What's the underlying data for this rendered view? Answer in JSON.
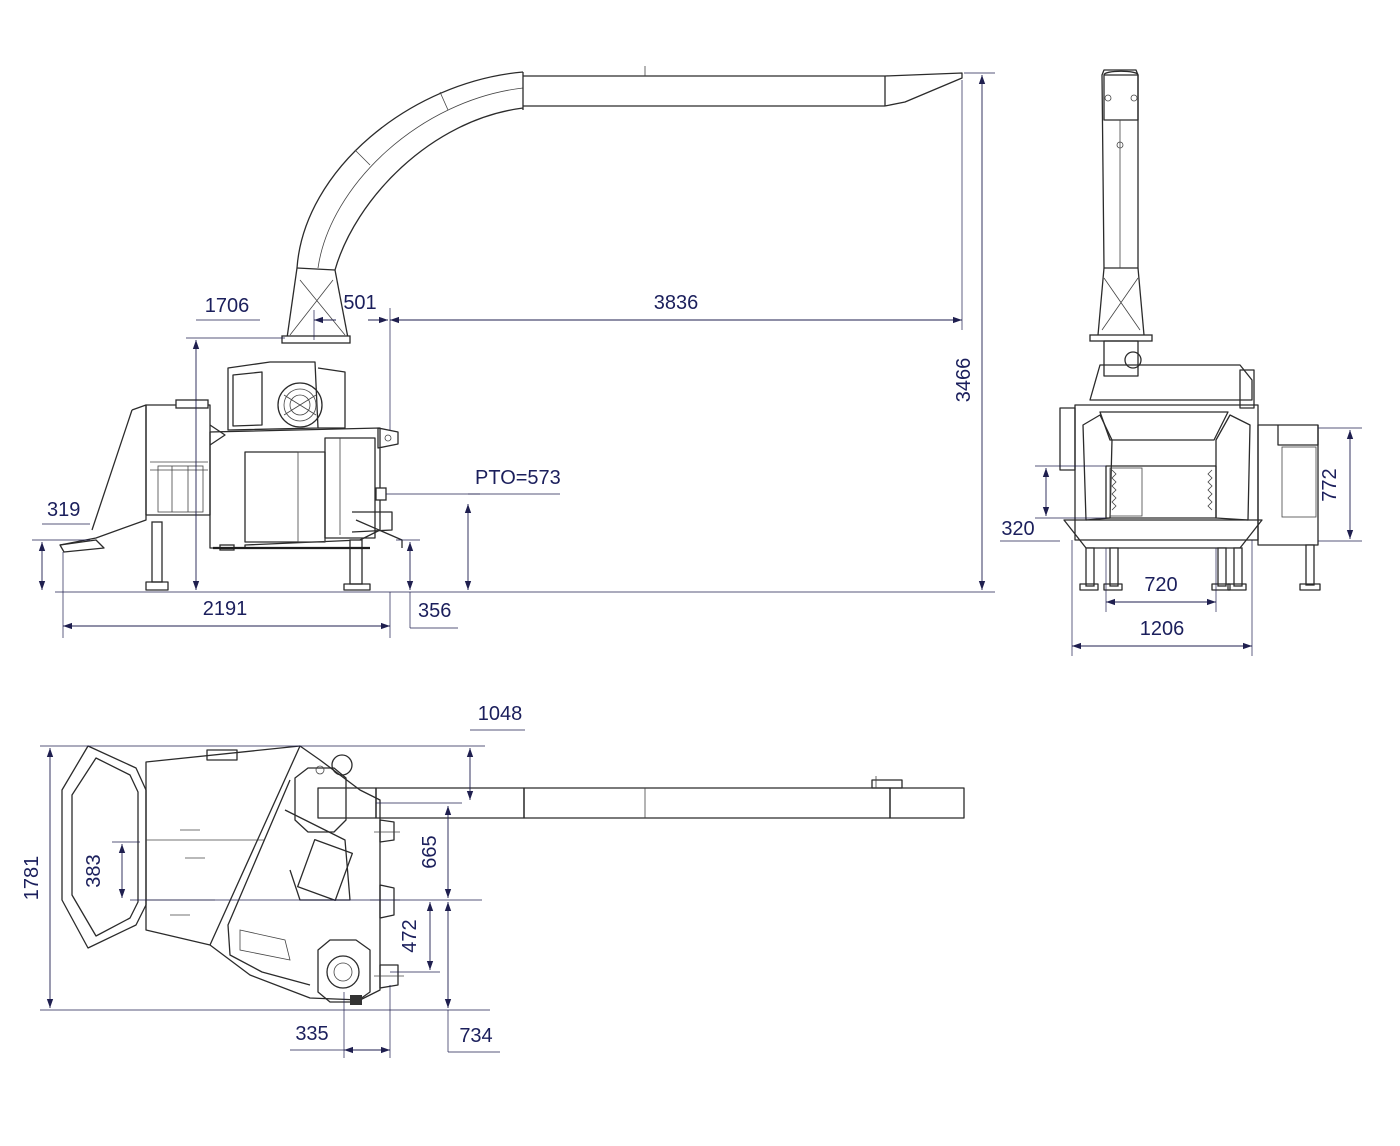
{
  "drawing": {
    "side_view": {
      "dimensions": {
        "d1706": "1706",
        "d501": "501",
        "d3836": "3836",
        "d3466": "3466",
        "pto": "PTO=573",
        "d319": "319",
        "d2191": "2191",
        "d356": "356"
      }
    },
    "rear_view": {
      "dimensions": {
        "d772": "772",
        "d320": "320",
        "d720": "720",
        "d1206": "1206"
      }
    },
    "top_view": {
      "dimensions": {
        "d1048": "1048",
        "d665": "665",
        "d1781": "1781",
        "d383": "383",
        "d472": "472",
        "d335": "335",
        "d734": "734"
      }
    },
    "colors": {
      "lines": "#2b2b2b",
      "dimension_text": "#1b1f5c"
    }
  }
}
